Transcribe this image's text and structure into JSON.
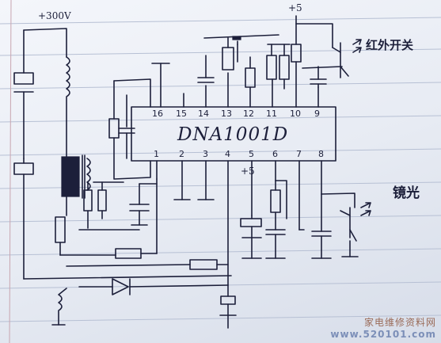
{
  "chip": {
    "name": "DNA1001D",
    "top_pins": [
      "16",
      "15",
      "14",
      "13",
      "12",
      "11",
      "10",
      "9"
    ],
    "bottom_pins": [
      "1",
      "2",
      "3",
      "4",
      "5",
      "6",
      "7",
      "8"
    ]
  },
  "labels": {
    "supply_high": "+300V",
    "supply_low": "+5",
    "cap_plus": "+5",
    "remote_sensor": "红外开关",
    "mirror_sensor": "镜光"
  },
  "watermark": {
    "title": "家电维修资料网",
    "url": "www.520101.com"
  },
  "colors": {
    "ink": "#1c1f3a",
    "paper": "#eef1f7",
    "watermark_url": "#7c8fb8"
  }
}
